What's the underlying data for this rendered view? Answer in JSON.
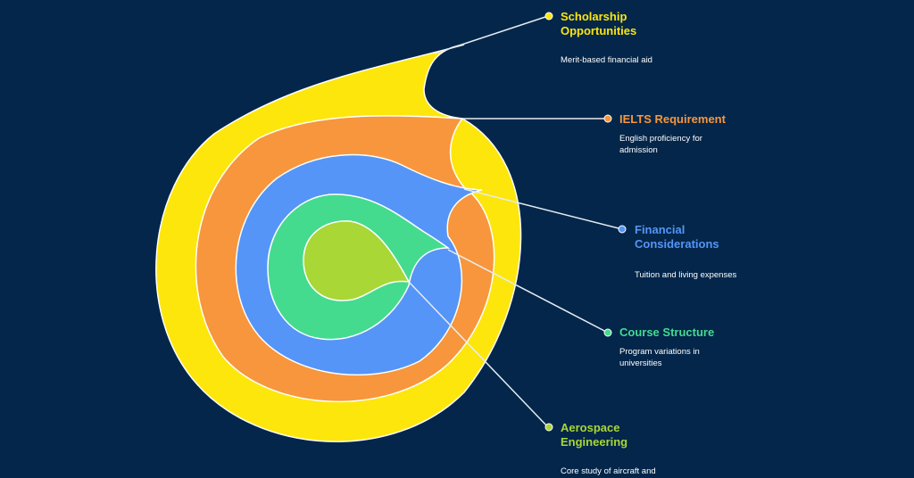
{
  "layers": [
    {
      "title": "Scholarship Opportunities",
      "title_lines": [
        "Scholarship",
        "Opportunities"
      ],
      "description": "Merit-based financial aid",
      "color": "#fde60c"
    },
    {
      "title": "IELTS Requirement",
      "title_lines": [
        "IELTS Requirement"
      ],
      "description": "English proficiency for admission",
      "color": "#f7963c"
    },
    {
      "title": "Financial Considerations",
      "title_lines": [
        "Financial",
        "Considerations"
      ],
      "description": "Tuition and living expenses",
      "color": "#5595f7"
    },
    {
      "title": "Course Structure",
      "title_lines": [
        "Course Structure"
      ],
      "description": "Program variations in universities",
      "color": "#44db8e"
    },
    {
      "title": "Aerospace Engineering",
      "title_lines": [
        "Aerospace",
        "Engineering"
      ],
      "description": "Core study of aircraft and systems",
      "color": "#a8d736"
    }
  ],
  "colors": {
    "background": "#03264a",
    "separator": "#ffffff",
    "connector": "#e6ecf2"
  }
}
